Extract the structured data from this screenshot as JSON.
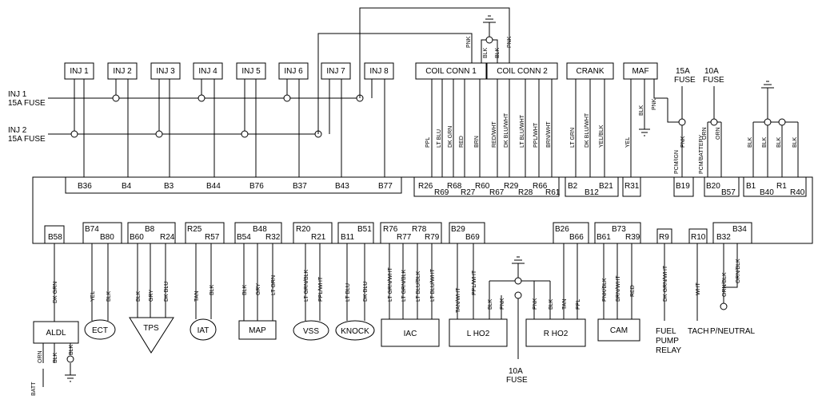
{
  "top_connectors": [
    {
      "id": "inj1",
      "label": "INJ 1"
    },
    {
      "id": "inj2",
      "label": "INJ 2"
    },
    {
      "id": "inj3",
      "label": "INJ 3"
    },
    {
      "id": "inj4",
      "label": "INJ 4"
    },
    {
      "id": "inj5",
      "label": "INJ 5"
    },
    {
      "id": "inj6",
      "label": "INJ 6"
    },
    {
      "id": "inj7",
      "label": "INJ 7"
    },
    {
      "id": "inj8",
      "label": "INJ 8"
    },
    {
      "id": "coil1",
      "label": "COIL CONN 1"
    },
    {
      "id": "coil2",
      "label": "COIL CONN 2"
    },
    {
      "id": "crank",
      "label": "CRANK"
    },
    {
      "id": "maf",
      "label": "MAF"
    }
  ],
  "fuse_inj1": {
    "line1": "INJ 1",
    "line2": "15A FUSE"
  },
  "fuse_inj2": {
    "line1": "INJ 2",
    "line2": "15A FUSE"
  },
  "fuse_15a": {
    "line1": "15A",
    "line2": "FUSE"
  },
  "fuse_10a_top": {
    "line1": "10A",
    "line2": "FUSE"
  },
  "fuse_10a_bottom": {
    "line1": "10A",
    "line2": "FUSE"
  },
  "top_pins": [
    "B36",
    "B4",
    "B3",
    "B44",
    "B76",
    "B37",
    "B43",
    "B77",
    "R26",
    "R69",
    "R68",
    "R27",
    "R60",
    "R67",
    "R29",
    "R28",
    "R66",
    "R61",
    "B2",
    "B12",
    "B21",
    "R31",
    "B19",
    "B20",
    "B57",
    "B1",
    "B40",
    "R1",
    "R40"
  ],
  "bottom_pins": [
    "B58",
    "B74",
    "B80",
    "B8",
    "B60",
    "R24",
    "R25",
    "R57",
    "B48",
    "B54",
    "R32",
    "R20",
    "R21",
    "B51",
    "B11",
    "R76",
    "R78",
    "R77",
    "R79",
    "B29",
    "B69",
    "B26",
    "B66",
    "B73",
    "B61",
    "R39",
    "R9",
    "R10",
    "B34",
    "B32"
  ],
  "wire_colors_top": [
    "PPL",
    "LT BLU",
    "DK GRN",
    "RED",
    "BRN",
    "RED/WHT",
    "DK BLU/WHT",
    "LT BLU/WHT",
    "PPL/WHT",
    "BRN/WHT",
    "LT GRN",
    "DK BLU/WHT",
    "YEL/BLK",
    "YEL",
    "BLK",
    "PNK",
    "PNK",
    "ORN",
    "ORN",
    "BLK",
    "BLK",
    "BLK",
    "BLK",
    "PNK",
    "BLK",
    "BLK",
    "PNK",
    "PCM/IGN",
    "PCM/BATTERY"
  ],
  "wire_colors_bottom": [
    "DK GRN",
    "YEL",
    "BLK",
    "BLK",
    "GRY",
    "DK BLU",
    "TAN",
    "BLK",
    "BLK",
    "GRY",
    "LT GRN",
    "LT GRN/BLK",
    "PPL/WHT",
    "LT BLU",
    "DK BLU",
    "LT GRN/WHT",
    "LT GRN/BLK",
    "LT BLU/BLK",
    "LT BLU/WHT",
    "TAN/WHT",
    "PPL/WHT",
    "BLK",
    "PNK",
    "PNK",
    "BLK",
    "TAN",
    "PPL",
    "PNK/BLK",
    "BRN/WHT",
    "RED",
    "DK GRN/WHT",
    "WHT",
    "ORN/BLK",
    "ORN/BLK",
    "ORN",
    "BLK",
    "BLK",
    "BATT"
  ],
  "components": [
    {
      "id": "aldl",
      "label": "ALDL"
    },
    {
      "id": "ect",
      "label": "ECT"
    },
    {
      "id": "tps",
      "label": "TPS"
    },
    {
      "id": "iat",
      "label": "IAT"
    },
    {
      "id": "map",
      "label": "MAP"
    },
    {
      "id": "vss",
      "label": "VSS"
    },
    {
      "id": "knock",
      "label": "KNOCK"
    },
    {
      "id": "iac",
      "label": "IAC"
    },
    {
      "id": "lho2",
      "label": "L HO2"
    },
    {
      "id": "rho2",
      "label": "R HO2"
    },
    {
      "id": "cam",
      "label": "CAM"
    }
  ],
  "fuel_pump": {
    "line1": "FUEL",
    "line2": "PUMP",
    "line3": "RELAY"
  },
  "tach": "TACH",
  "pneutral": "P/NEUTRAL"
}
